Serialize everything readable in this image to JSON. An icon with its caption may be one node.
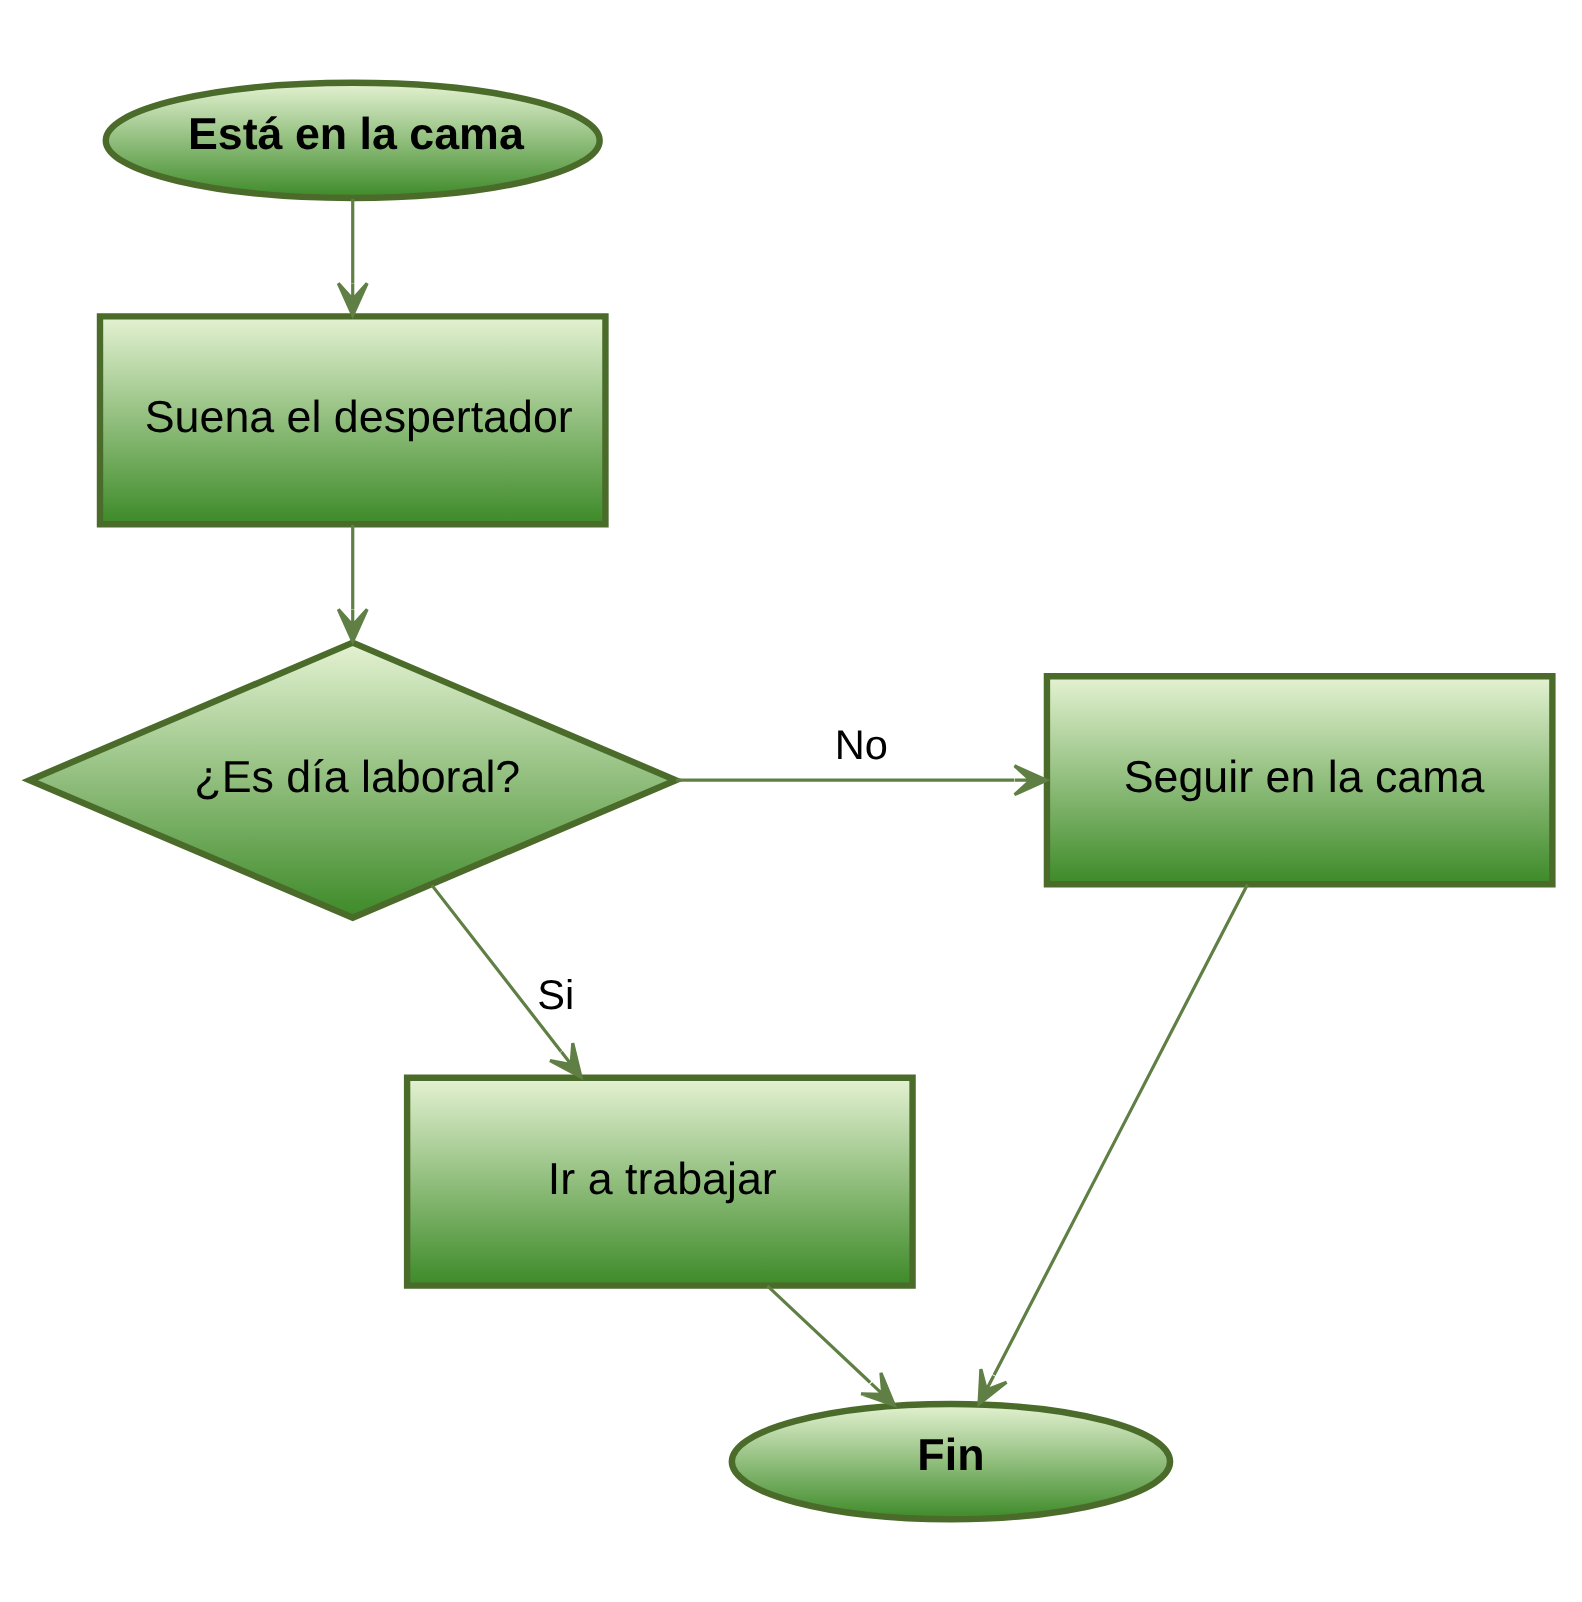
{
  "diagram": {
    "nodes": [
      {
        "text": [
          "Está en la cama"
        ]
      },
      {
        "text": [
          "Suena el despertador"
        ]
      },
      {
        "text": [
          "¿Es día laboral?"
        ]
      },
      {
        "text": [
          "Seguir en la cama"
        ]
      },
      {
        "text": [
          "Ir a trabajar"
        ]
      },
      {
        "text": [
          "Fin"
        ]
      }
    ],
    "edges": [
      {
        "from": 0,
        "to": 1,
        "arrow": "to"
      },
      {
        "from": 1,
        "to": 2,
        "arrow": "to"
      },
      {
        "from": 2,
        "to": 3,
        "arrow": "to",
        "label": "No"
      },
      {
        "from": 2,
        "to": 4,
        "arrow": "to",
        "label": "Si"
      },
      {
        "from": 3,
        "to": 5,
        "arrow": "to"
      },
      {
        "from": 4,
        "to": 5,
        "arrow": "to"
      }
    ]
  }
}
